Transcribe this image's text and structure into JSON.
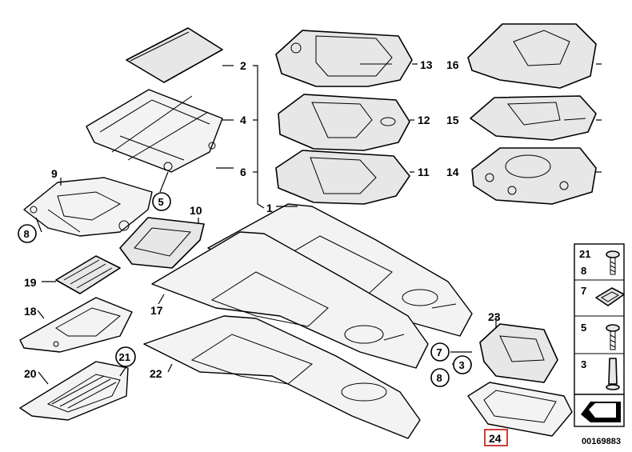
{
  "labels": {
    "l1": "1",
    "l2": "2",
    "l3": "3",
    "l4": "4",
    "l5": "5",
    "l6": "6",
    "l7": "7",
    "l8": "8",
    "l9": "9",
    "l10": "10",
    "l11": "11",
    "l12": "12",
    "l13": "13",
    "l14": "14",
    "l15": "15",
    "l16": "16",
    "l17": "17",
    "l18": "18",
    "l19": "19",
    "l20": "20",
    "l21": "21",
    "l22": "22",
    "l23": "23",
    "l24": "24"
  },
  "legend": {
    "r1a": "21",
    "r1b": "8",
    "r2": "7",
    "r3": "5",
    "r4": "3"
  },
  "diagram_id": "00169883",
  "colors": {
    "highlight": "#d23a3a",
    "part_fill": "#e7e7e7"
  }
}
